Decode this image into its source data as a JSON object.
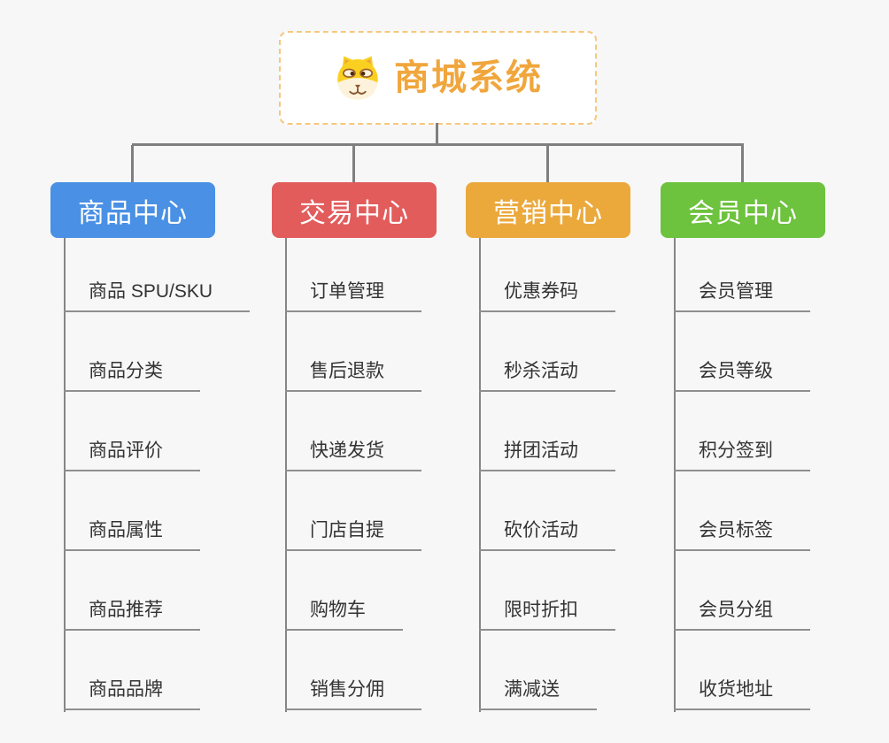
{
  "root": {
    "title": "商城系统",
    "icon": "dog-face-icon",
    "title_color": "#F0A63C",
    "border_color": "#F6C77D"
  },
  "branches": [
    {
      "label": "商品中心",
      "color": "#4A90E4",
      "children": [
        "商品 SPU/SKU",
        "商品分类",
        "商品评价",
        "商品属性",
        "商品推荐",
        "商品品牌"
      ]
    },
    {
      "label": "交易中心",
      "color": "#E25C5C",
      "children": [
        "订单管理",
        "售后退款",
        "快递发货",
        "门店自提",
        "购物车",
        "销售分佣"
      ]
    },
    {
      "label": "营销中心",
      "color": "#EBA93C",
      "children": [
        "优惠券码",
        "秒杀活动",
        "拼团活动",
        "砍价活动",
        "限时折扣",
        "满减送"
      ]
    },
    {
      "label": "会员中心",
      "color": "#6DC23E",
      "children": [
        "会员管理",
        "会员等级",
        "积分签到",
        "会员标签",
        "会员分组",
        "收货地址"
      ]
    }
  ],
  "colors": {
    "connector_line": "#7F7F7F",
    "leaf_underline": "#8F8F8F",
    "leaf_text": "#333333",
    "branch_text": "#FFFFFF",
    "background": "#F7F7F7"
  }
}
